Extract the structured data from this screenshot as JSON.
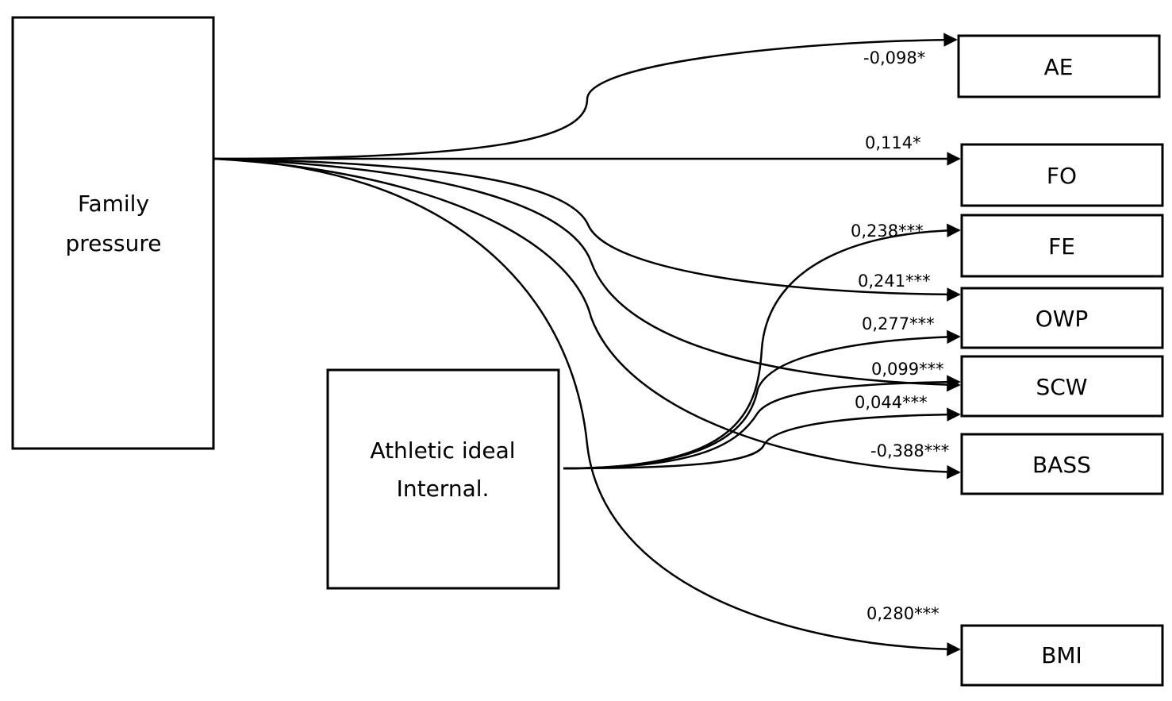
{
  "predictors": {
    "family": {
      "line1": "Family",
      "line2": "pressure"
    },
    "athletic": {
      "line1": "Athletic ideal",
      "line2": "Internal."
    }
  },
  "outcomes": [
    {
      "id": "ae",
      "label": "AE"
    },
    {
      "id": "fo",
      "label": "FO"
    },
    {
      "id": "fe",
      "label": "FE"
    },
    {
      "id": "owp",
      "label": "OWP"
    },
    {
      "id": "scw",
      "label": "SCW"
    },
    {
      "id": "bass",
      "label": "BASS"
    },
    {
      "id": "bmi",
      "label": "BMI"
    }
  ],
  "coefficients": {
    "ae": "-0,098*",
    "fo": "0,114*",
    "fe": "0,238***",
    "owp": "0,241***",
    "scw_top": "0,277***",
    "scw": "0,099***",
    "bass_top": "0,044***",
    "bass": "-0,388***",
    "bmi": "0,280***"
  }
}
